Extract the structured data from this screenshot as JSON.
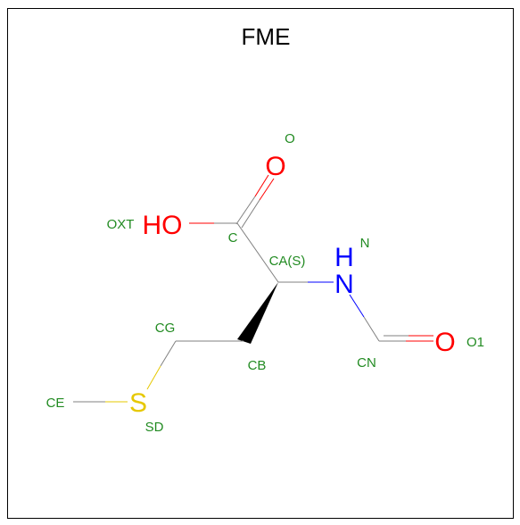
{
  "title": "FME",
  "colors": {
    "label": "#228b22",
    "oxygen": "#ff0000",
    "nitrogen": "#0000ff",
    "sulfur": "#e6c800",
    "carbon": "#808080"
  },
  "atoms": {
    "o_symbol": "O",
    "o_name": "O",
    "ho_symbol": "HO",
    "oxt_name": "OXT",
    "c_name": "C",
    "ca_name": "CA(S)",
    "n_h": "H",
    "n_symbol": "N",
    "n_name": "N",
    "cg_name": "CG",
    "cb_name": "CB",
    "cn_name": "CN",
    "o1_symbol": "O",
    "o1_name": "O1",
    "ce_name": "CE",
    "s_symbol": "S",
    "sd_name": "SD"
  }
}
